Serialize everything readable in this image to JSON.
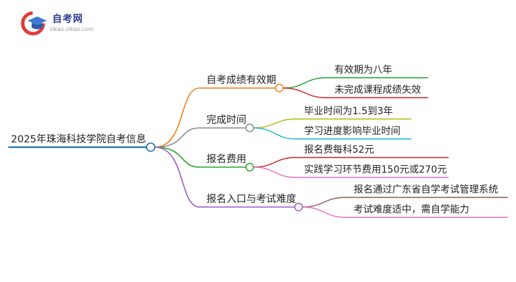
{
  "logo": {
    "name": "自考网",
    "url": "zikao-zikao.com"
  },
  "mindmap": {
    "root": "2025年珠海科技学院自考信息",
    "branches": [
      {
        "label": "自考成绩有效期",
        "color": "#f07d0f",
        "children": [
          {
            "label": "有效期为八年",
            "color": "#1a9e2e"
          },
          {
            "label": "未完成课程成绩失效",
            "color": "#c81e2a"
          }
        ]
      },
      {
        "label": "完成时间",
        "color": "#888888",
        "children": [
          {
            "label": "毕业时间为1.5到3年",
            "color": "#b8b410"
          },
          {
            "label": "学习进度影响毕业时间",
            "color": "#17b0d0"
          }
        ]
      },
      {
        "label": "报名费用",
        "color": "#2aa02a",
        "children": [
          {
            "label": "报名费每科52元",
            "color": "#c81e2a"
          },
          {
            "label": "实践学习环节费用150元或270元",
            "color": "#e66bc0"
          }
        ]
      },
      {
        "label": "报名入口与考试难度",
        "color": "#9a55c8",
        "children": [
          {
            "label": "报名通过广东省自学考试管理系统",
            "color": "#8c5a4a"
          },
          {
            "label": "考试难度适中，需自学能力",
            "color": "#e66bc0"
          }
        ]
      }
    ],
    "root_color": "#1f6fb0"
  }
}
